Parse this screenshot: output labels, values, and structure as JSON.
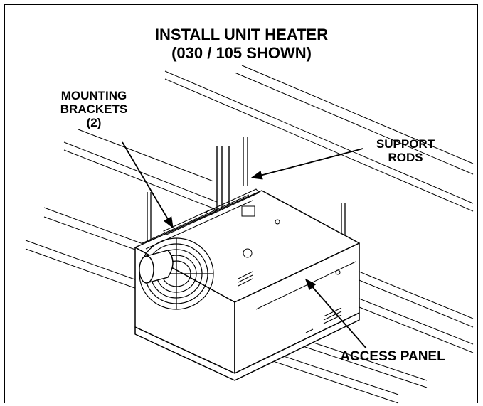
{
  "title": {
    "line1": "INSTALL UNIT HEATER",
    "line2": "(030 / 105 SHOWN)"
  },
  "labels": {
    "brackets_line1": "MOUNTING",
    "brackets_line2": "BRACKETS",
    "brackets_line3": "(2)",
    "rods_line1": "SUPPORT",
    "rods_line2": "RODS",
    "access_panel": "ACCESS PANEL"
  },
  "colors": {
    "line": "#000000",
    "background": "#ffffff"
  }
}
